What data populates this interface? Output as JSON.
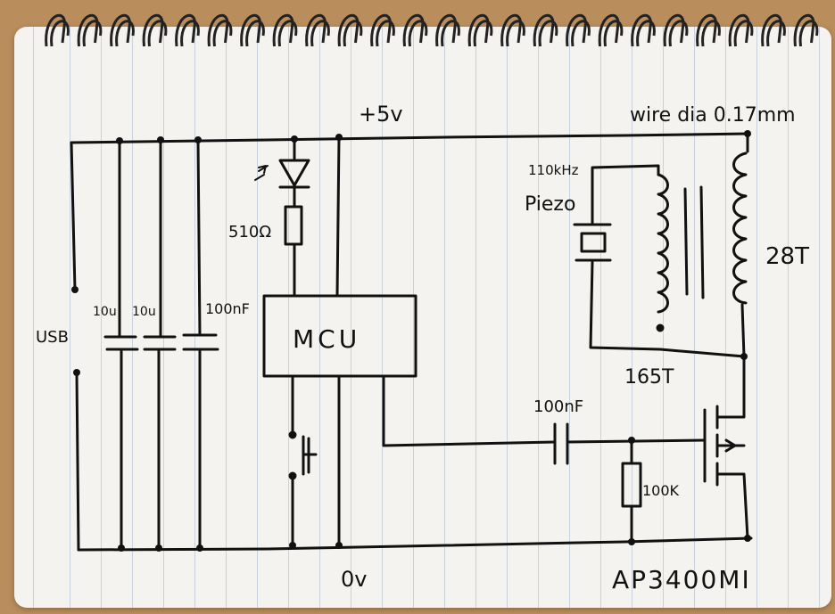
{
  "labels": {
    "supply": "+5v",
    "ground": "0v",
    "wire": "wire dia 0.17mm",
    "freq": "110kHz",
    "piezo": "Piezo",
    "usb": "USB",
    "c1": "10u",
    "c2": "10u",
    "c3": "100nF",
    "resistor_led": "510Ω",
    "mcu": "MCU",
    "primary_turns": "28T",
    "secondary_turns": "165T",
    "coupling_cap": "100nF",
    "gate_resistor": "100K",
    "mosfet": "AP3400MI"
  },
  "colors": {
    "ink": "#111111",
    "paper": "#f4f3ef",
    "desk": "#b98d5c",
    "rules": "#c9d2dc",
    "spiral": "#222222"
  }
}
